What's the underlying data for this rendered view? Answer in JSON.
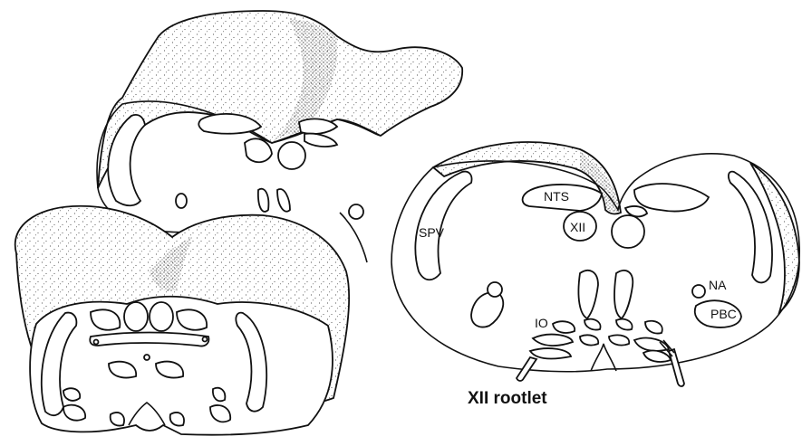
{
  "labels": {
    "spv": "SPV",
    "nts": "NTS",
    "xii": "XII",
    "na": "NA",
    "pbc": "PBC",
    "io": "IO",
    "rootlet": "XII rootlet"
  }
}
